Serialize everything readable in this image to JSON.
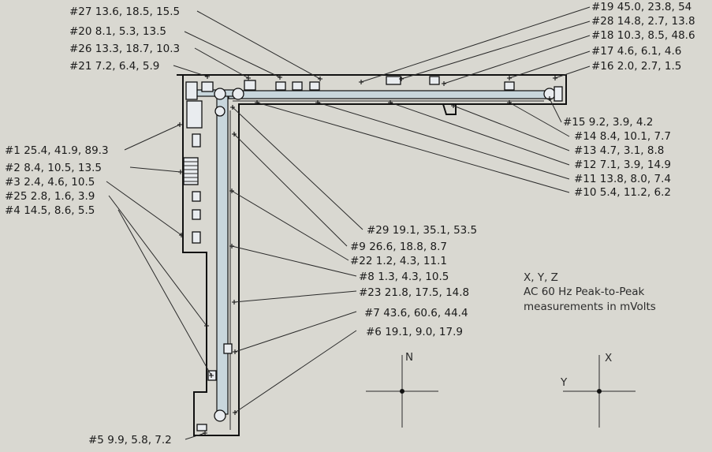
{
  "labels": [
    {
      "id": "27",
      "text": "#27 13.6, 18.5, 15.5"
    },
    {
      "id": "20",
      "text": "#20 8.1, 5.3, 13.5"
    },
    {
      "id": "26",
      "text": "#26 13.3, 18.7, 10.3"
    },
    {
      "id": "21",
      "text": "#21 7.2, 6.4, 5.9"
    },
    {
      "id": "19",
      "text": "#19 45.0, 23.8, 54"
    },
    {
      "id": "28",
      "text": "#28 14.8, 2.7, 13.8"
    },
    {
      "id": "18",
      "text": "#18 10.3, 8.5, 48.6"
    },
    {
      "id": "17",
      "text": "#17 4.6, 6.1, 4.6"
    },
    {
      "id": "16",
      "text": "#16 2.0, 2.7, 1.5"
    },
    {
      "id": "15",
      "text": "#15 9.2, 3.9, 4.2"
    },
    {
      "id": "14",
      "text": "#14 8.4, 10.1, 7.7"
    },
    {
      "id": "13",
      "text": "#13 4.7, 3.1, 8.8"
    },
    {
      "id": "12",
      "text": "#12 7.1, 3.9, 14.9"
    },
    {
      "id": "11",
      "text": "#11 13.8, 8.0, 7.4"
    },
    {
      "id": "10",
      "text": "#10 5.4, 11.2, 6.2"
    },
    {
      "id": "1",
      "text": "#1 25.4, 41.9, 89.3"
    },
    {
      "id": "2",
      "text": "#2 8.4, 10.5, 13.5"
    },
    {
      "id": "3",
      "text": "#3 2.4, 4.6, 10.5"
    },
    {
      "id": "25",
      "text": "#25 2.8, 1.6, 3.9"
    },
    {
      "id": "4",
      "text": "#4 14.5, 8.6, 5.5"
    },
    {
      "id": "29",
      "text": "#29 19.1, 35.1, 53.5"
    },
    {
      "id": "9",
      "text": "#9 26.6, 18.8, 8.7"
    },
    {
      "id": "22",
      "text": "#22 1.2, 4.3, 11.1"
    },
    {
      "id": "8",
      "text": "#8 1.3, 4.3, 10.5"
    },
    {
      "id": "23",
      "text": "#23 21.8, 17.5, 14.8"
    },
    {
      "id": "7",
      "text": "#7 43.6, 60.6, 44.4"
    },
    {
      "id": "6",
      "text": "#6 19.1, 9.0, 17.9"
    },
    {
      "id": "5",
      "text": "#5 9.9, 5.8, 7.2"
    }
  ],
  "legend": {
    "line1": "X, Y, Z",
    "line2": "AC 60 Hz Peak-to-Peak",
    "line3": "measurements in mVolts"
  },
  "compass": {
    "north": "N"
  },
  "axes": {
    "x": "X",
    "y": "Y"
  }
}
